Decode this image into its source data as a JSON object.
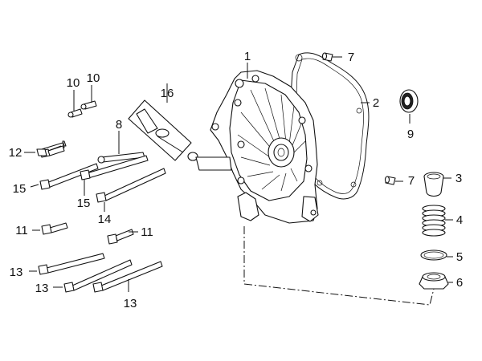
{
  "colors": {
    "line": "#111111",
    "background": "#ffffff"
  },
  "callouts": {
    "c1": "1",
    "c2": "2",
    "c3": "3",
    "c4": "4",
    "c5": "5",
    "c6": "6",
    "c7a": "7",
    "c7b": "7",
    "c8": "8",
    "c9": "9",
    "c10a": "10",
    "c10b": "10",
    "c11a": "11",
    "c11b": "11",
    "c12": "12",
    "c13a": "13",
    "c13b": "13",
    "c13c": "13",
    "c14": "14",
    "c15a": "15",
    "c15b": "15",
    "c16": "16"
  },
  "parts": [
    "right-crankcase-cover",
    "cover-gasket",
    "oil-strainer-cap",
    "strainer-spring",
    "o-ring",
    "drain-plug",
    "dowel-pin",
    "bracket-rod",
    "oil-seal",
    "pin-bolt",
    "flange-bolt-short",
    "flange-bolt-small",
    "flange-bolt-long",
    "flange-bolt-medium",
    "flange-bolt-with-washer",
    "dipstick-assembly"
  ]
}
